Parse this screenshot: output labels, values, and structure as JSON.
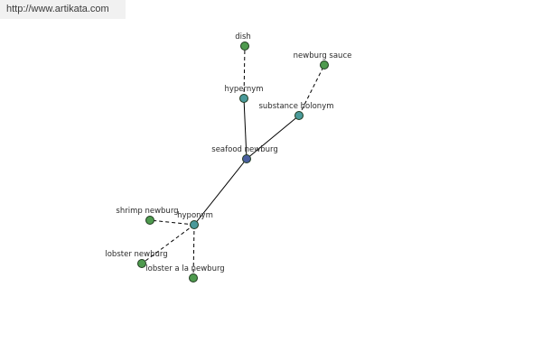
{
  "watermark": "http://www.artikata.com",
  "colors": {
    "center": "#4a5fa0",
    "relation": "#4a9a9a",
    "leaf": "#4e9a4e"
  },
  "graph": {
    "nodes": [
      {
        "id": "dish",
        "label": "dish",
        "kind": "leaf"
      },
      {
        "id": "newburg_sauce",
        "label": "newburg sauce",
        "kind": "leaf"
      },
      {
        "id": "hypernym",
        "label": "hypernym",
        "kind": "relation"
      },
      {
        "id": "substance_holonym",
        "label": "substance holonym",
        "kind": "relation"
      },
      {
        "id": "seafood_newburg",
        "label": "seafood newburg",
        "kind": "center"
      },
      {
        "id": "shrimp_newburg",
        "label": "shrimp newburg",
        "kind": "leaf"
      },
      {
        "id": "hyponym",
        "label": "hyponym",
        "kind": "relation"
      },
      {
        "id": "lobster_newburg",
        "label": "lobster newburg",
        "kind": "leaf"
      },
      {
        "id": "lobster_a_la_newburg",
        "label": "lobster a la newburg",
        "kind": "leaf"
      }
    ],
    "edges": [
      {
        "from": "seafood_newburg",
        "to": "hypernym",
        "style": "solid"
      },
      {
        "from": "seafood_newburg",
        "to": "substance_holonym",
        "style": "solid"
      },
      {
        "from": "seafood_newburg",
        "to": "hyponym",
        "style": "solid"
      },
      {
        "from": "hypernym",
        "to": "dish",
        "style": "dashed"
      },
      {
        "from": "substance_holonym",
        "to": "newburg_sauce",
        "style": "dashed"
      },
      {
        "from": "hyponym",
        "to": "shrimp_newburg",
        "style": "dashed"
      },
      {
        "from": "hyponym",
        "to": "lobster_newburg",
        "style": "dashed"
      },
      {
        "from": "hyponym",
        "to": "lobster_a_la_newburg",
        "style": "dashed"
      }
    ]
  }
}
